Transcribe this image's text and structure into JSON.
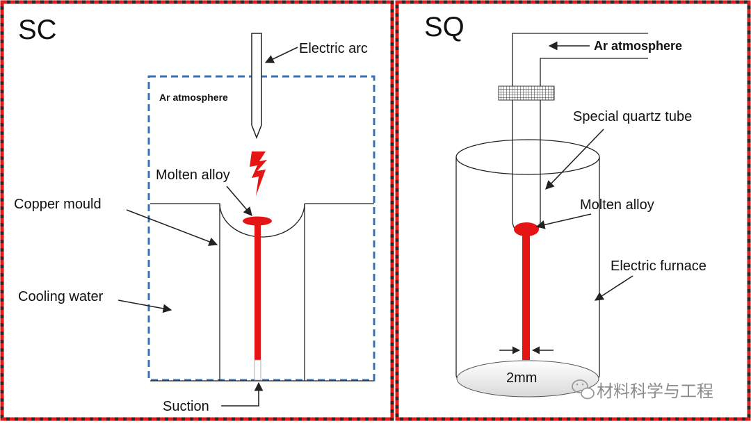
{
  "left_panel": {
    "title": "SC",
    "labels": {
      "electric_arc": "Electric arc",
      "ar_atmosphere": "Ar atmosphere",
      "molten_alloy": "Molten alloy",
      "copper_mould": "Copper mould",
      "cooling_water": "Cooling water",
      "suction": "Suction"
    }
  },
  "right_panel": {
    "title": "SQ",
    "labels": {
      "ar_atmosphere": "Ar atmosphere",
      "special_quartz_tube": "Special quartz tube",
      "molten_alloy": "Molten alloy",
      "electric_furnace": "Electric furnace",
      "diameter": "2mm"
    }
  },
  "watermark": {
    "text": "材料科学与工程",
    "icon": "wechat-icon"
  },
  "colors": {
    "frame_red": "#e11b1b",
    "frame_dark": "#2a2a2a",
    "molten_red": "#e51515",
    "ar_box_blue": "#3a6fb0",
    "line": "#222222"
  }
}
